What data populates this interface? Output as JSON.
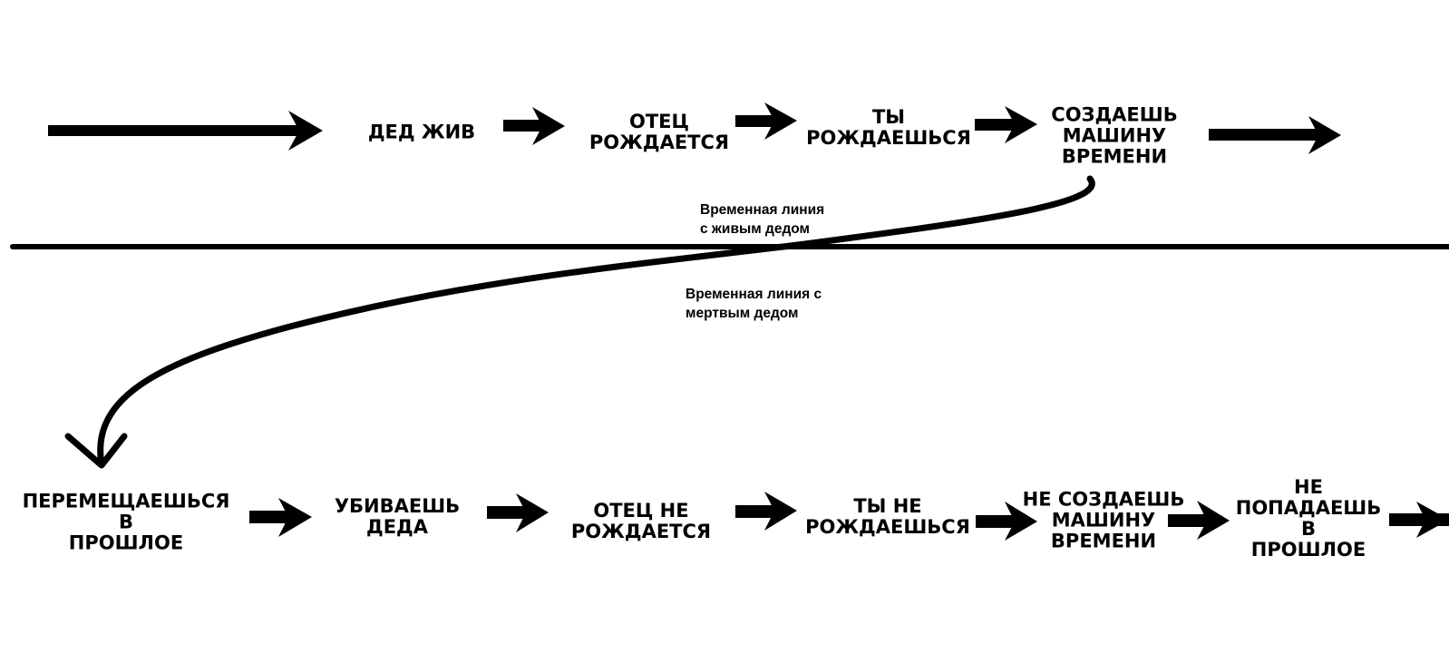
{
  "colors": {
    "ink": "#000000",
    "background": "#ffffff"
  },
  "top_timeline": {
    "nodes": [
      {
        "text": "ДЕД ЖИВ"
      },
      {
        "text": "ОТЕЦ\nРОЖДАЕТСЯ"
      },
      {
        "text": "ТЫ\nРОЖДАЕШЬСЯ"
      },
      {
        "text": "СОЗДАЕШЬ\nМАШИНУ\nВРЕМЕНИ"
      }
    ]
  },
  "divider_labels": {
    "alive": "Временная линия\nс живым дедом",
    "dead": "Временная линия с\nмертвым дедом"
  },
  "bottom_timeline": {
    "nodes": [
      {
        "text": "ПЕРЕМЕЩАЕШЬСЯ\nВ\nПРОШЛОЕ"
      },
      {
        "text": "УБИВАЕШЬ\nДЕДА"
      },
      {
        "text": "ОТЕЦ НЕ\nРОЖДАЕТСЯ"
      },
      {
        "text": "ТЫ НЕ\nРОЖДАЕШЬСЯ"
      },
      {
        "text": "НЕ СОЗДАЕШЬ\nМАШИНУ\nВРЕМЕНИ"
      },
      {
        "text": "НЕ ПОПАДАЕШЬ\nВ\nПРОШЛОЕ"
      }
    ]
  }
}
